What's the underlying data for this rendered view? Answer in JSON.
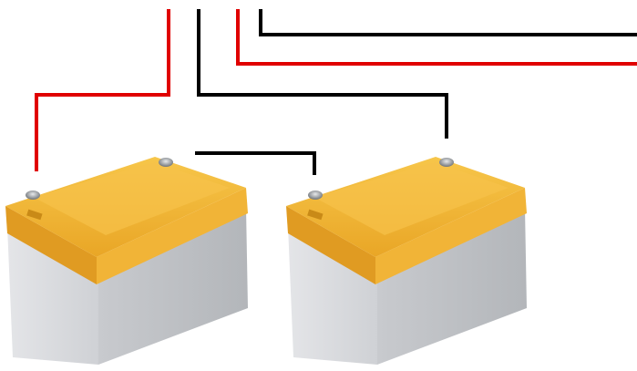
{
  "diagram": {
    "description_visible_text": "",
    "colors": {
      "positive_wire": "#e00000",
      "negative_wire": "#000000",
      "battery_lid": "#f5b731",
      "battery_lid_dark": "#d99a1d",
      "battery_body": "#d9dadd",
      "battery_body_shade": "#bfc1c5",
      "terminal": "#8a8f94"
    },
    "components": [
      {
        "name": "battery-left",
        "kind": "battery"
      },
      {
        "name": "battery-right",
        "kind": "battery"
      }
    ],
    "wires": [
      {
        "name": "wire-positive-output",
        "polarity": "positive"
      },
      {
        "name": "wire-negative-output",
        "polarity": "negative"
      },
      {
        "name": "wire-positive-to-left-battery",
        "polarity": "positive"
      },
      {
        "name": "wire-negative-to-right-battery",
        "polarity": "negative"
      },
      {
        "name": "wire-series-link",
        "polarity": "negative"
      }
    ]
  }
}
